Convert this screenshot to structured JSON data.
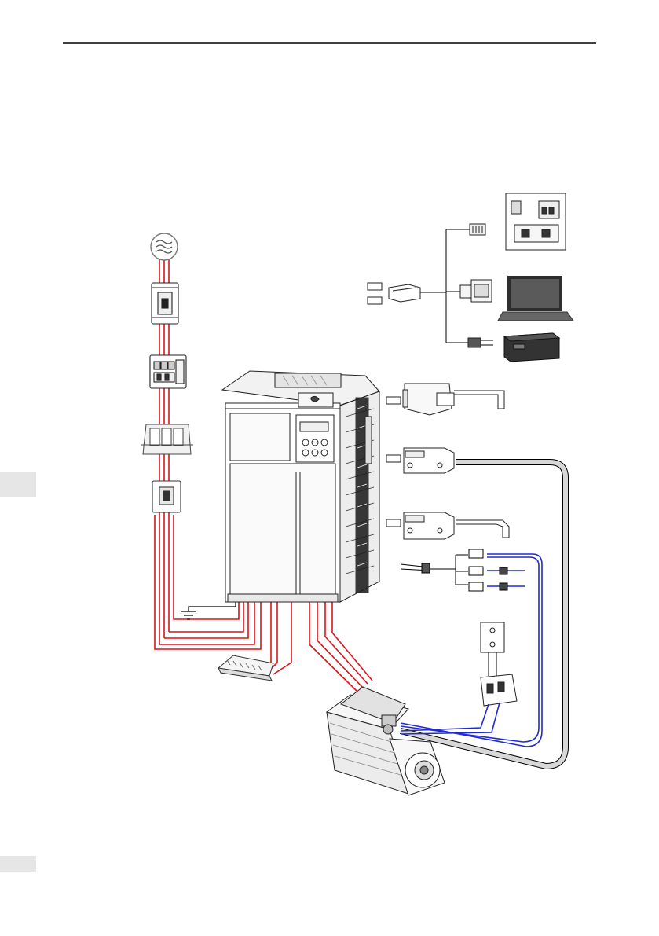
{
  "page": {
    "header_rule_color": "#000000",
    "side_tab_color": "#e6e6e6"
  },
  "diagram": {
    "wire_colors": {
      "power": "#d9141b",
      "signal": "#1f2bd0",
      "cable": "#000000",
      "encoder_sheath": "#cfcfcf"
    },
    "components": [
      "ac-supply-symbol",
      "circuit-breaker",
      "contactor",
      "input-reactor",
      "input-filter",
      "ground-symbol",
      "braking-resistor",
      "servo-drive",
      "keypad",
      "communication-connector",
      "rj45-plug",
      "db9-connector",
      "terminal-wires",
      "keypad-panel-device",
      "laptop",
      "plc",
      "io-connector",
      "encoder-connector",
      "db9-connector-2",
      "signal-wire-bundle",
      "relay-module",
      "brake-terminal",
      "servo-motor"
    ]
  }
}
